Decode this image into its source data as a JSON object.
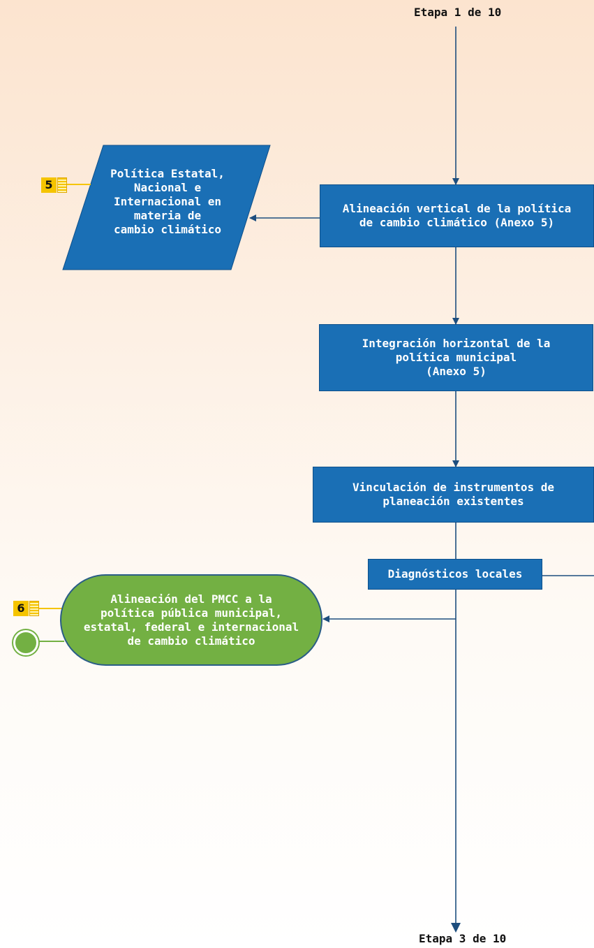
{
  "header": {
    "top_label": "Etapa 1 de 10",
    "bottom_label": "Etapa 3 de 10"
  },
  "colors": {
    "box": "#1a6fb5",
    "line": "#1d4e7e",
    "pill": "#73b043",
    "badge": "#f5c400"
  },
  "input": {
    "text": "Política Estatal,\nNacional e\nInternacional en\nmateria de\ncambio climático"
  },
  "steps": [
    {
      "text": "Alineación vertical de la política\nde cambio climático (Anexo 5)"
    },
    {
      "text": "Integración horizontal de la\npolítica municipal\n(Anexo 5)"
    },
    {
      "text": "Vinculación de instrumentos de\nplaneación existentes"
    },
    {
      "text": "Diagnósticos locales"
    }
  ],
  "output": {
    "text": "Alineación del PMCC a la\npolítica pública municipal,\nestatal, federal e internacional\nde cambio climático"
  },
  "badges": [
    {
      "number": "5",
      "icon": "book-icon"
    },
    {
      "number": "6",
      "icon": "book-icon"
    }
  ]
}
